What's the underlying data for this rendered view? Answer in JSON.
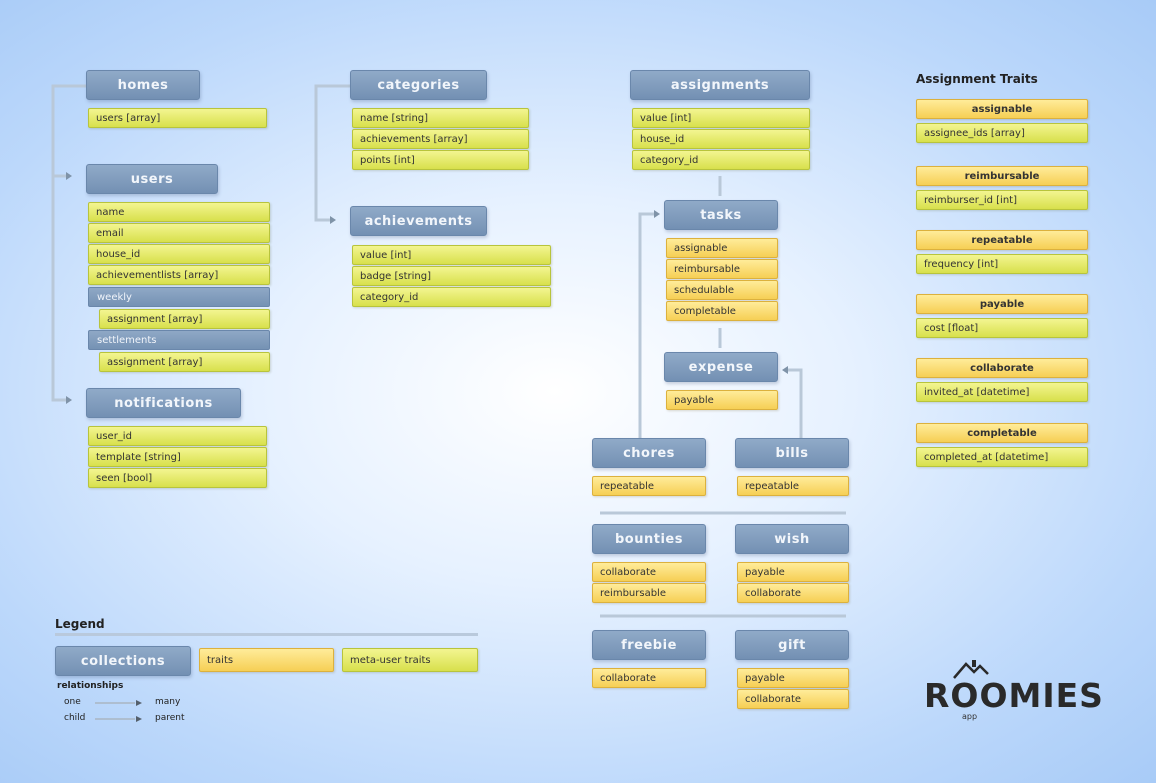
{
  "collections": {
    "homes": {
      "title": "homes",
      "fields": [
        "users [array]"
      ]
    },
    "users": {
      "title": "users",
      "fields": [
        "name",
        "email",
        "house_id",
        "achievementlists [array]"
      ],
      "sub1": {
        "title": "weekly",
        "fields": [
          "assignment [array]"
        ]
      },
      "sub2": {
        "title": "settlements",
        "fields": [
          "assignment [array]"
        ]
      }
    },
    "notifications": {
      "title": "notifications",
      "fields": [
        "user_id",
        "template [string]",
        "seen [bool]"
      ]
    },
    "categories": {
      "title": "categories",
      "fields": [
        "name [string]",
        "achievements [array]",
        "points [int]"
      ]
    },
    "achievements": {
      "title": "achievements",
      "fields": [
        "value [int]",
        "badge [string]",
        "category_id"
      ]
    },
    "assignments": {
      "title": "assignments",
      "fields": [
        "value [int]",
        "house_id",
        "category_id"
      ]
    },
    "tasks": {
      "title": "tasks",
      "traits": [
        "assignable",
        "reimbursable",
        "schedulable",
        "completable"
      ]
    },
    "expense": {
      "title": "expense",
      "traits": [
        "payable"
      ]
    },
    "chores": {
      "title": "chores",
      "traits": [
        "repeatable"
      ]
    },
    "bills": {
      "title": "bills",
      "traits": [
        "repeatable"
      ]
    },
    "bounties": {
      "title": "bounties",
      "traits": [
        "collaborate",
        "reimbursable"
      ]
    },
    "wish": {
      "title": "wish",
      "traits": [
        "payable",
        "collaborate"
      ]
    },
    "freebie": {
      "title": "freebie",
      "traits": [
        "collaborate"
      ]
    },
    "gift": {
      "title": "gift",
      "traits": [
        "payable",
        "collaborate"
      ]
    }
  },
  "traits_panel": {
    "title": "Assignment Traits",
    "items": [
      {
        "name": "assignable",
        "field": "assignee_ids [array]"
      },
      {
        "name": "reimbursable",
        "field": "reimburser_id [int]"
      },
      {
        "name": "repeatable",
        "field": "frequency [int]"
      },
      {
        "name": "payable",
        "field": "cost [float]"
      },
      {
        "name": "collaborate",
        "field": "invited_at [datetime]"
      },
      {
        "name": "completable",
        "field": "completed_at [datetime]"
      }
    ]
  },
  "legend": {
    "title": "Legend",
    "collections": "collections",
    "traits": "traits",
    "meta": "meta-user traits",
    "relationships": "relationships",
    "rows": [
      {
        "left": "one",
        "right": "many"
      },
      {
        "left": "child",
        "right": "parent"
      }
    ]
  },
  "logo": {
    "text": "ROOMIES",
    "sub": "app"
  }
}
